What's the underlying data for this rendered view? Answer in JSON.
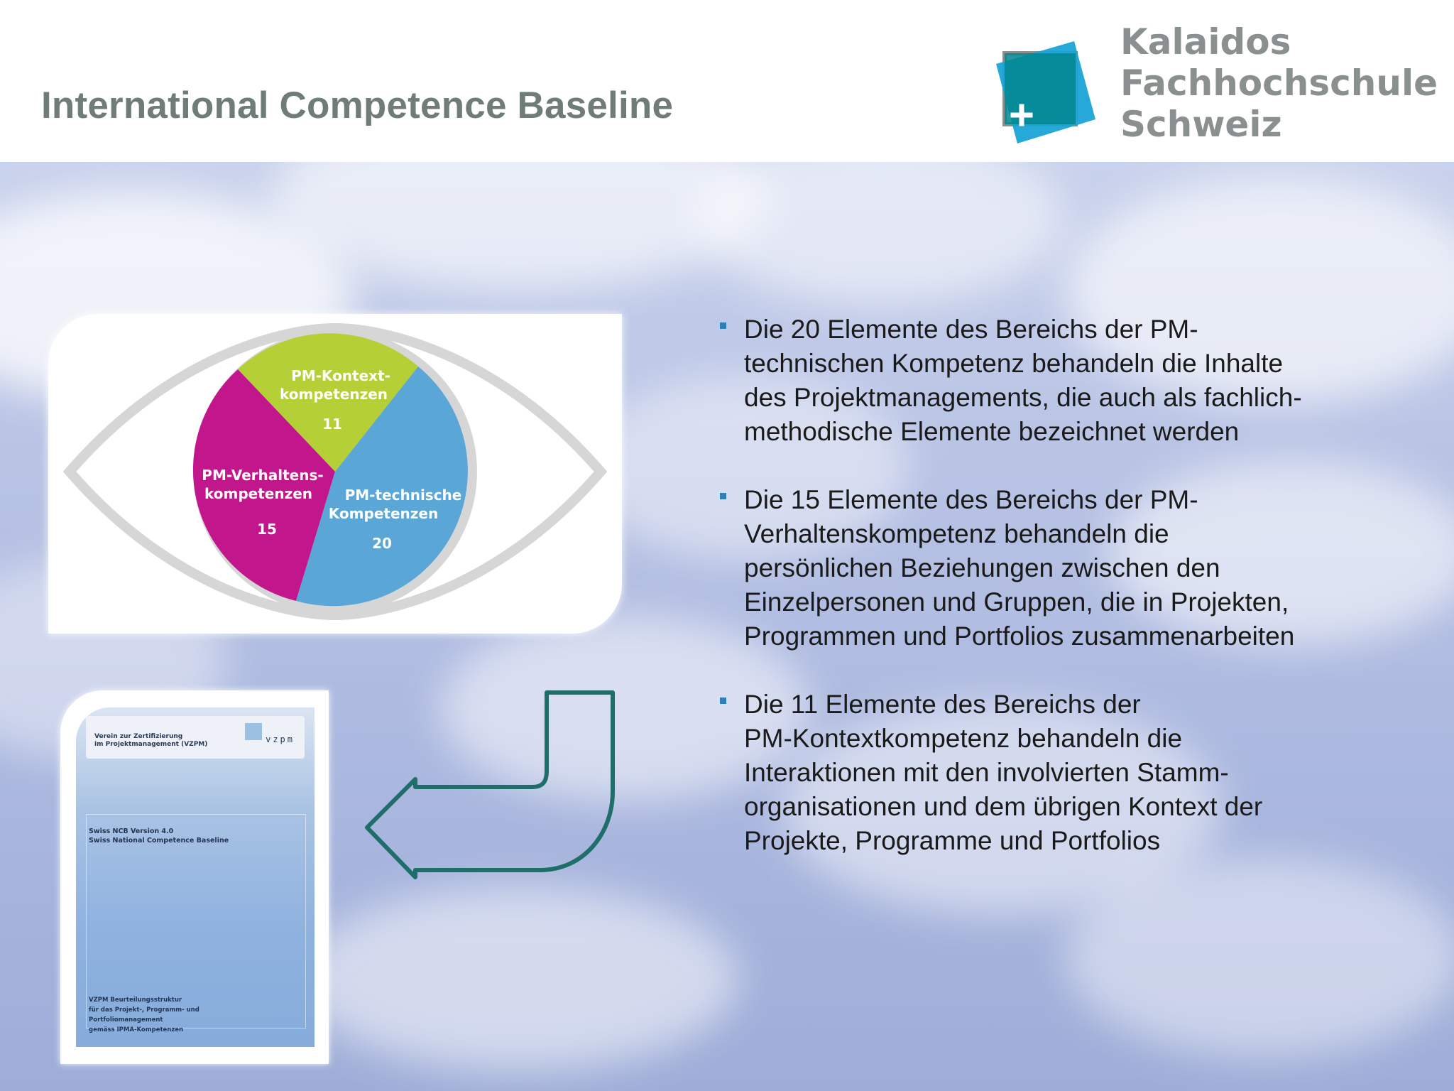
{
  "header": {
    "title": "International Competence Baseline",
    "logo": {
      "lines": [
        "Kalaidos",
        "Fachhochschule",
        "Schweiz"
      ],
      "colors": {
        "teal": "#00868e",
        "blue": "#1aa3d6",
        "gray": "#8a8f90"
      }
    }
  },
  "diagram": {
    "segments": [
      {
        "name_lines": [
          "PM-Kontext-",
          "kompetenzen"
        ],
        "count": "11",
        "color": "#b5cf36"
      },
      {
        "name_lines": [
          "PM-Verhaltens-",
          "kompetenzen"
        ],
        "count": "15",
        "color": "#c2168c"
      },
      {
        "name_lines": [
          "PM-technische",
          "Kompetenzen"
        ],
        "count": "20",
        "color": "#5aa6d6"
      }
    ]
  },
  "document_cover": {
    "org_lines": [
      "Verein zur Zertifizierung",
      "im Projektmanagement (VZPM)"
    ],
    "brand": "vzpm",
    "subtitle_lines": [
      "Swiss NCB Version 4.0",
      "Swiss National Competence Baseline"
    ],
    "footer_lines": [
      "VZPM Beurteilungsstruktur",
      "für das Projekt-, Programm- und",
      "Portfoliomanagement",
      "gemäss IPMA-Kompetenzen"
    ]
  },
  "arrow": {
    "color": "#1f6e6a"
  },
  "bullets": [
    {
      "lines": [
        "Die 20 Elemente des Bereichs der  PM-",
        "technischen Kompetenz behandeln die Inhalte",
        "des Projektmanagements, die auch als fachlich-",
        "methodische Elemente bezeichnet werden"
      ]
    },
    {
      "lines": [
        "Die 15 Elemente des Bereichs der PM-",
        "Verhaltenskompetenz behandeln die",
        "persönlichen Beziehungen zwischen den",
        "Einzelpersonen und Gruppen, die in Projekten,",
        "Programmen und Portfolios zusammenarbeiten"
      ]
    },
    {
      "lines": [
        "Die 11 Elemente des Bereichs der",
        "PM-Kontextkompetenz behandeln die",
        "Interaktionen mit den involvierten Stamm-",
        "organisationen und dem übrigen Kontext der",
        "Projekte, Programme und Portfolios"
      ]
    }
  ]
}
